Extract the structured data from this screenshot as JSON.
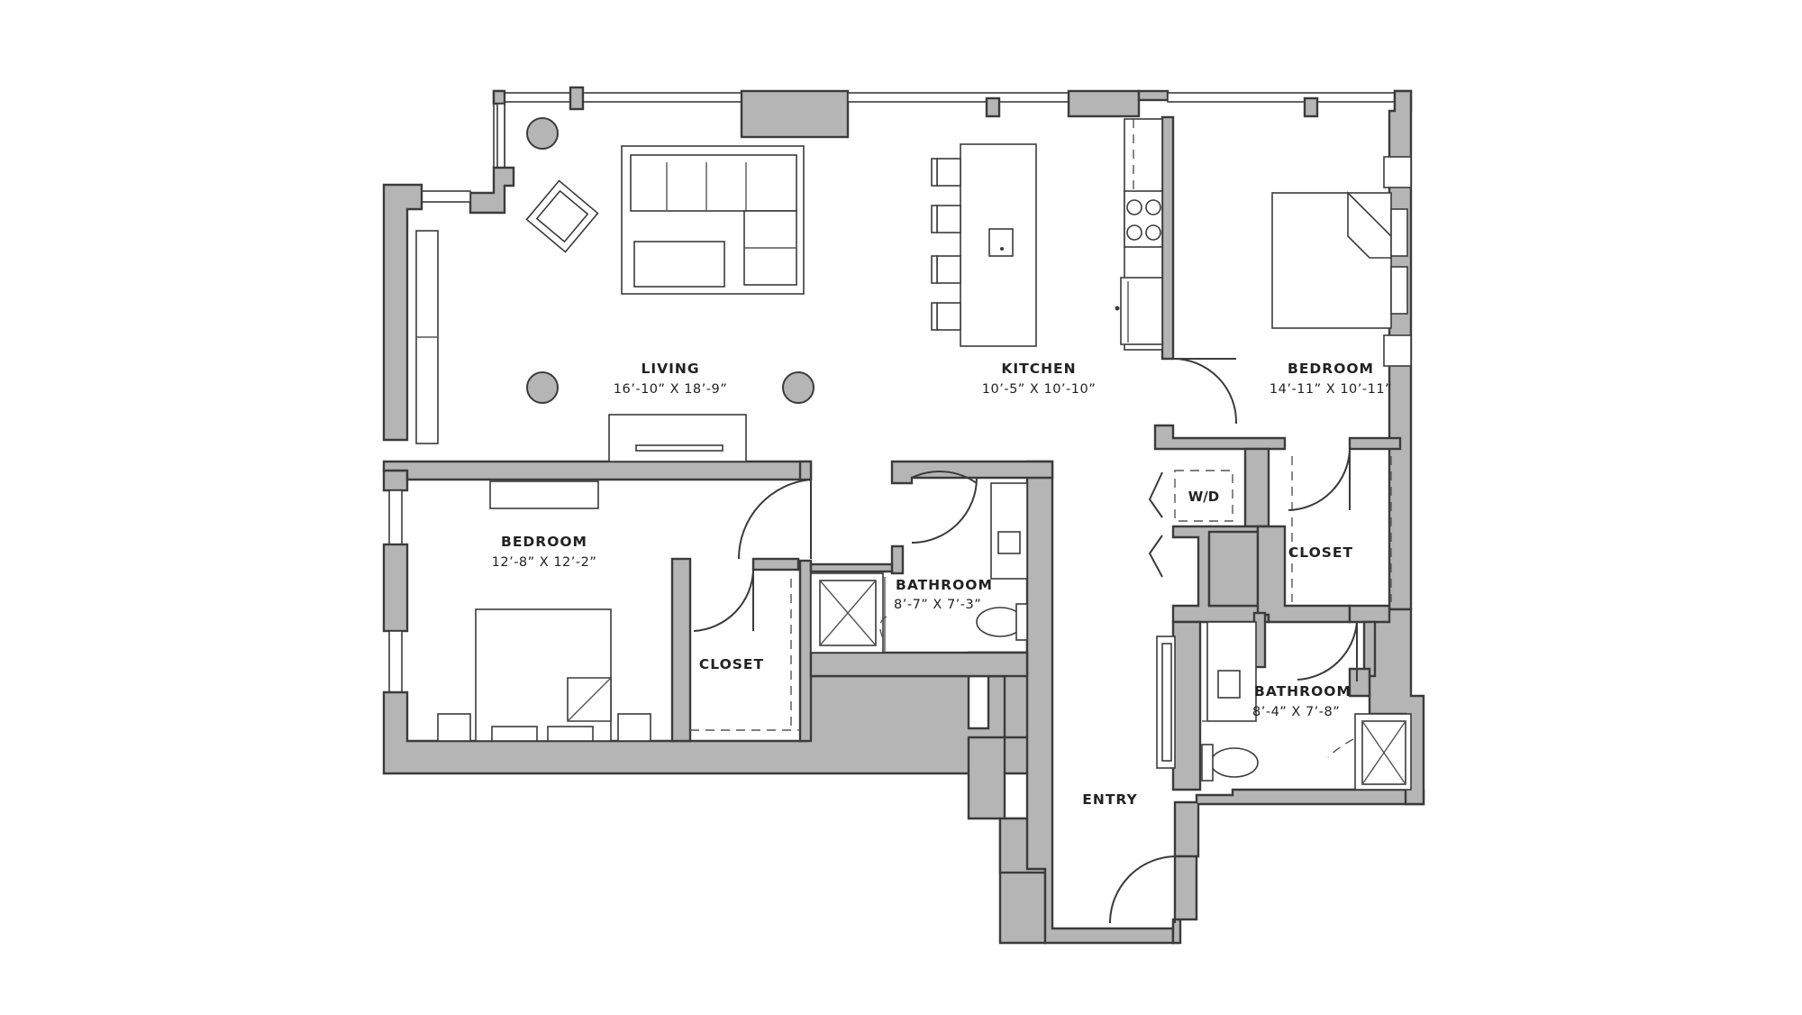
{
  "rooms": {
    "living": {
      "name": "LIVING",
      "dims": "16’-10” X 18’-9”"
    },
    "kitchen": {
      "name": "KITCHEN",
      "dims": "10’-5” X 10’-10”"
    },
    "bedroom_right": {
      "name": "BEDROOM",
      "dims": "14’-11” X 10’-11”"
    },
    "bedroom_left": {
      "name": "BEDROOM",
      "dims": "12’-8” X 12’-2”"
    },
    "bathroom_left": {
      "name": "BATHROOM",
      "dims": "8’-7” X 7’-3”"
    },
    "bathroom_right": {
      "name": "BATHROOM",
      "dims": "8’-4” X 7’-8”"
    },
    "closet_left": {
      "name": "CLOSET"
    },
    "closet_right": {
      "name": "CLOSET"
    },
    "entry": {
      "name": "ENTRY"
    }
  },
  "laundry": {
    "label": "W/D"
  },
  "colors": {
    "wall_fill": "#b5b5b5",
    "line": "#3b3b3b",
    "background": "#ffffff"
  }
}
